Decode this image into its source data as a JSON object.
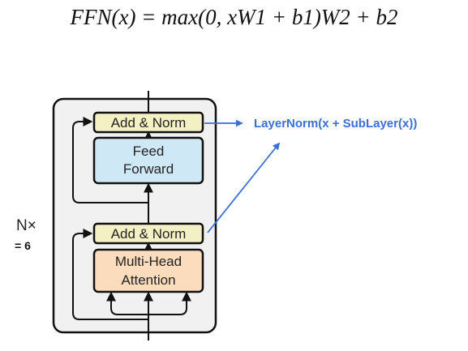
{
  "formula": {
    "text": "FFN(x) = max(0, xW1 + b1)W2 + b2"
  },
  "diagram": {
    "repeat_label": "N×",
    "repeat_value": "= 6",
    "top_add_norm": "Add & Norm",
    "feed_forward_line1": "Feed",
    "feed_forward_line2": "Forward",
    "bottom_add_norm": "Add & Norm",
    "attention_line1": "Multi-Head",
    "attention_line2": "Attention",
    "annotation": "LayerNorm(x + SubLayer(x))"
  },
  "colors": {
    "add_norm_fill": "#f3f1c4",
    "feed_forward_fill": "#cfe8f6",
    "attention_fill": "#fbdcbd",
    "encoder_fill": "#f1f1f1",
    "annotation_color": "#3a6fd4"
  },
  "icons": [
    "arrow-icon"
  ]
}
